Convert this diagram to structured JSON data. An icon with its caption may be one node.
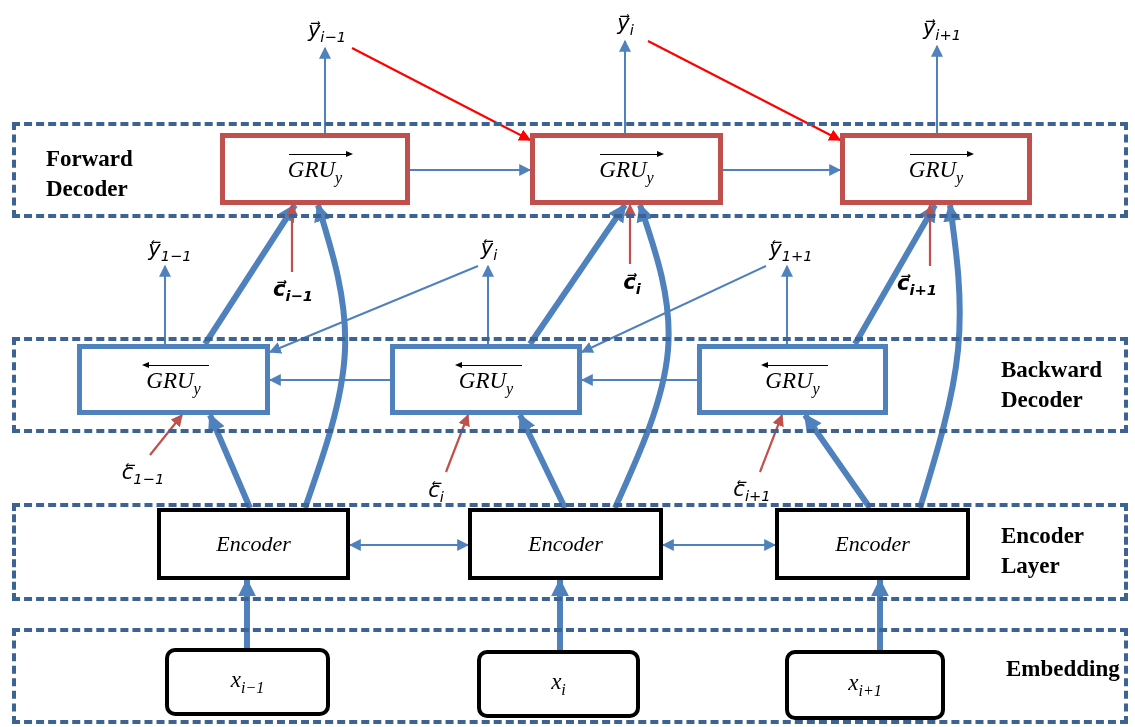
{
  "diagram": {
    "nodes": [
      {
        "text": [
          "Forward Decoder"
        ]
      },
      {
        "text": [
          "GRU$_{y}$"
        ],
        "in": 0
      },
      {
        "text": [
          "GRU$_{y}$"
        ],
        "in": 0
      },
      {
        "text": [
          "GRU$_{y}$"
        ],
        "in": 0
      },
      {
        "text": [
          "Backward Decoder"
        ]
      },
      {
        "text": [
          "GRU$_{y}$"
        ],
        "in": 4
      },
      {
        "text": [
          "GRU$_{y}$"
        ],
        "in": 4
      },
      {
        "text": [
          "GRU$_{y}$"
        ],
        "in": 4
      },
      {
        "text": [
          "Encoder Layer"
        ]
      },
      {
        "text": [
          "Encoder"
        ],
        "in": 8
      },
      {
        "text": [
          "Encoder"
        ],
        "in": 8
      },
      {
        "text": [
          "Encoder"
        ],
        "in": 8
      },
      {
        "text": [
          "Embedding"
        ]
      },
      {
        "text": [
          "x$_{i−1}$"
        ],
        "in": 12
      },
      {
        "text": [
          "x$_{i}$"
        ],
        "in": 12
      },
      {
        "text": [
          "x$_{i+1}$"
        ],
        "in": 12
      },
      {
        "text": [
          "y⃗$_{i−1}$"
        ]
      },
      {
        "text": [
          "y⃗$_{i}$"
        ]
      },
      {
        "text": [
          "y⃗$_{i+1}$"
        ]
      },
      {
        "text": [
          "y⃖$_{1−1}$"
        ]
      },
      {
        "text": [
          "y⃖$_{i}$"
        ]
      },
      {
        "text": [
          "y⃖$_{1+1}$"
        ]
      },
      {
        "text": [
          "c⃗$_{i−1}$"
        ]
      },
      {
        "text": [
          "c⃗$_{i}$"
        ]
      },
      {
        "text": [
          "c⃗$_{i+1}$"
        ]
      },
      {
        "text": [
          "c⃖$_{1−1}$"
        ]
      },
      {
        "text": [
          "c⃖$_{i}$"
        ]
      },
      {
        "text": [
          "c⃖$_{i+1}$"
        ]
      }
    ],
    "edges": [
      {
        "from": 1,
        "to": 16,
        "arrow": "to"
      },
      {
        "from": 2,
        "to": 17,
        "arrow": "to"
      },
      {
        "from": 3,
        "to": 18,
        "arrow": "to"
      },
      {
        "from": 16,
        "to": 2,
        "arrow": "to",
        "color": "#ff0000"
      },
      {
        "from": 17,
        "to": 3,
        "arrow": "to",
        "color": "#ff0000"
      },
      {
        "from": 1,
        "to": 2,
        "arrow": "to"
      },
      {
        "from": 2,
        "to": 3,
        "arrow": "to"
      },
      {
        "from": 5,
        "to": 19,
        "arrow": "to"
      },
      {
        "from": 6,
        "to": 20,
        "arrow": "to"
      },
      {
        "from": 7,
        "to": 21,
        "arrow": "to"
      },
      {
        "from": 20,
        "to": 5,
        "arrow": "to"
      },
      {
        "from": 21,
        "to": 6,
        "arrow": "to"
      },
      {
        "from": 6,
        "to": 5,
        "arrow": "to"
      },
      {
        "from": 7,
        "to": 6,
        "arrow": "to"
      },
      {
        "from": 5,
        "to": 1,
        "arrow": "to",
        "style": "thick"
      },
      {
        "from": 6,
        "to": 2,
        "arrow": "to",
        "style": "thick"
      },
      {
        "from": 7,
        "to": 3,
        "arrow": "to",
        "style": "thick"
      },
      {
        "from": 9,
        "to": 1,
        "arrow": "to",
        "style": "thick"
      },
      {
        "from": 10,
        "to": 2,
        "arrow": "to",
        "style": "thick"
      },
      {
        "from": 11,
        "to": 3,
        "arrow": "to",
        "style": "thick"
      },
      {
        "from": 9,
        "to": 5,
        "arrow": "to",
        "style": "thick"
      },
      {
        "from": 10,
        "to": 6,
        "arrow": "to",
        "style": "thick"
      },
      {
        "from": 11,
        "to": 7,
        "arrow": "to",
        "style": "thick"
      },
      {
        "from": 22,
        "to": 1,
        "arrow": "to",
        "color": "#c0504d"
      },
      {
        "from": 23,
        "to": 2,
        "arrow": "to",
        "color": "#c0504d"
      },
      {
        "from": 24,
        "to": 3,
        "arrow": "to",
        "color": "#c0504d"
      },
      {
        "from": 25,
        "to": 5,
        "arrow": "to",
        "color": "#c0504d"
      },
      {
        "from": 26,
        "to": 6,
        "arrow": "to",
        "color": "#c0504d"
      },
      {
        "from": 27,
        "to": 7,
        "arrow": "to",
        "color": "#c0504d"
      },
      {
        "from": 9,
        "to": 10,
        "arrow": "both"
      },
      {
        "from": 10,
        "to": 11,
        "arrow": "both"
      },
      {
        "from": 13,
        "to": 9,
        "arrow": "to",
        "style": "thick"
      },
      {
        "from": 14,
        "to": 10,
        "arrow": "to",
        "style": "thick"
      },
      {
        "from": 15,
        "to": 11,
        "arrow": "to",
        "style": "thick"
      }
    ]
  }
}
